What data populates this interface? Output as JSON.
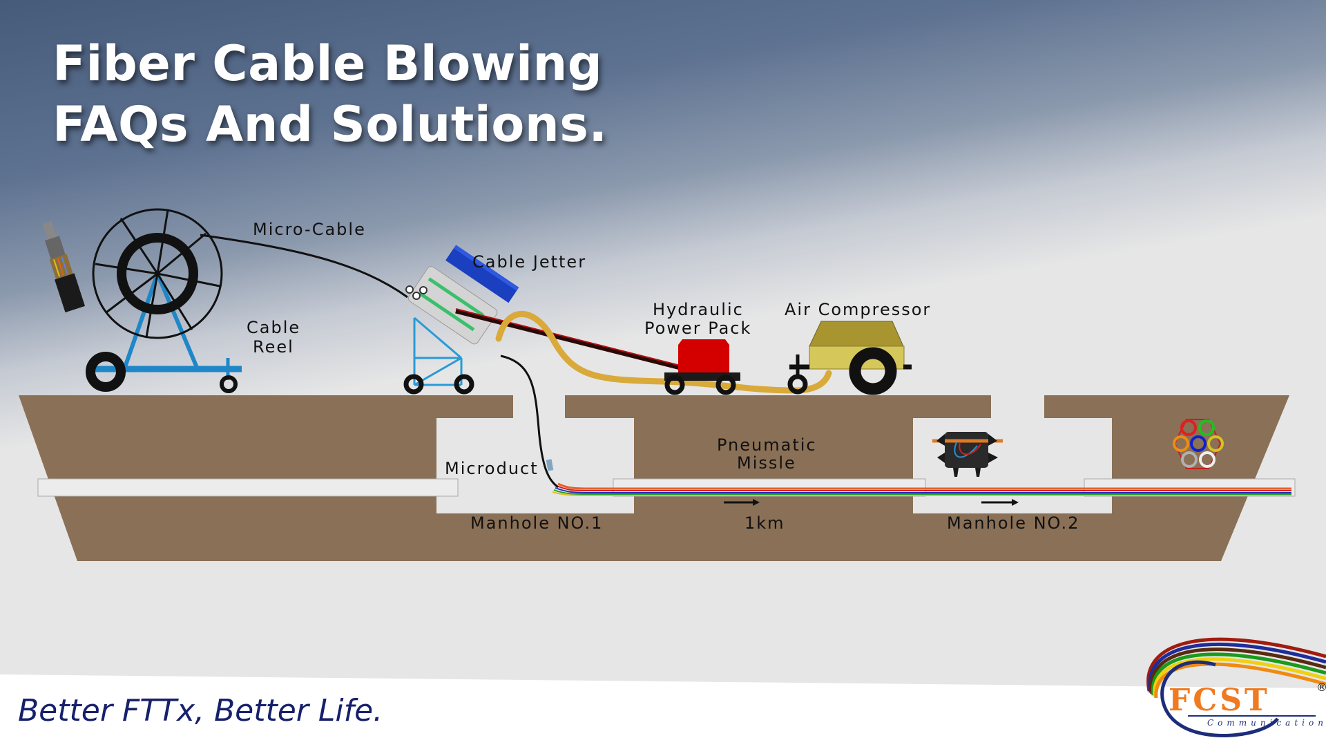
{
  "header": {
    "title_line1": "Fiber Cable Blowing",
    "title_line2": "FAQs And Solutions."
  },
  "diagram": {
    "labels": {
      "micro_cable": "Micro-Cable",
      "cable_reel_line1": "Cable",
      "cable_reel_line2": "Reel",
      "cable_jetter": "Cable Jetter",
      "hydraulic_line1": "Hydraulic",
      "hydraulic_line2": "Power Pack",
      "air_compressor": "Air Compressor",
      "microduct": "Microduct",
      "pneumatic_line1": "Pneumatic",
      "pneumatic_line2": "Missle",
      "manhole1": "Manhole NO.1",
      "manhole2": "Manhole NO.2",
      "distance": "1km"
    },
    "colors": {
      "ground": "#8a7056",
      "frame_blue": "#1f87c8",
      "jetter_blue": "#1a3fbf",
      "power_pack_red": "#d40000",
      "compressor_yellow": "#d4c25a",
      "hose_gold": "#d9a93a"
    },
    "microduct_bundle_colors": [
      "#e02020",
      "#20c020",
      "#f08c10",
      "#1020d0",
      "#d8c020",
      "#b0b0b0",
      "#f0f0f0"
    ]
  },
  "footer": {
    "tagline": "Better FTTx, Better Life."
  },
  "logo": {
    "name": "FCST",
    "subtitle": "Communication",
    "registered": "®"
  }
}
